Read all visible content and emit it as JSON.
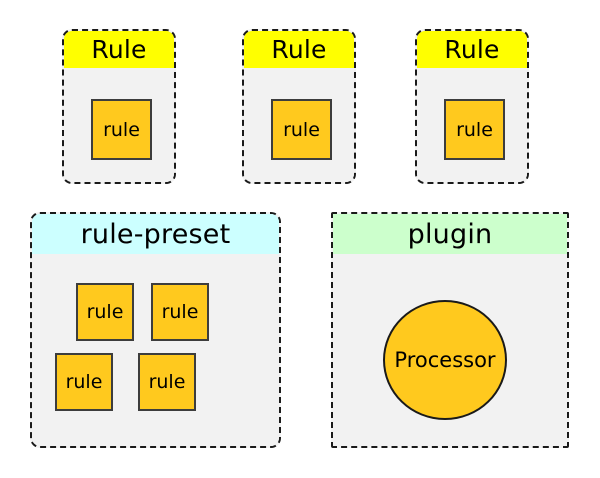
{
  "diagram": {
    "type": "component-structure-diagram",
    "background_color": "#ffffff",
    "colors": {
      "rule_header": "#ffff00",
      "rule_preset_header": "#ccffff",
      "plugin_header": "#ccffcc",
      "body_fill": "#f2f2f2",
      "node_fill": "#ffc91e",
      "border": "#1a1a1a"
    },
    "rule_cards": [
      {
        "title": "Rule",
        "node_label": "rule"
      },
      {
        "title": "Rule",
        "node_label": "rule"
      },
      {
        "title": "Rule",
        "node_label": "rule"
      }
    ],
    "rule_preset": {
      "title": "rule-preset",
      "nodes": [
        {
          "label": "rule"
        },
        {
          "label": "rule"
        },
        {
          "label": "rule"
        },
        {
          "label": "rule"
        }
      ]
    },
    "plugin": {
      "title": "plugin",
      "processor": {
        "label": "Processor"
      }
    }
  }
}
